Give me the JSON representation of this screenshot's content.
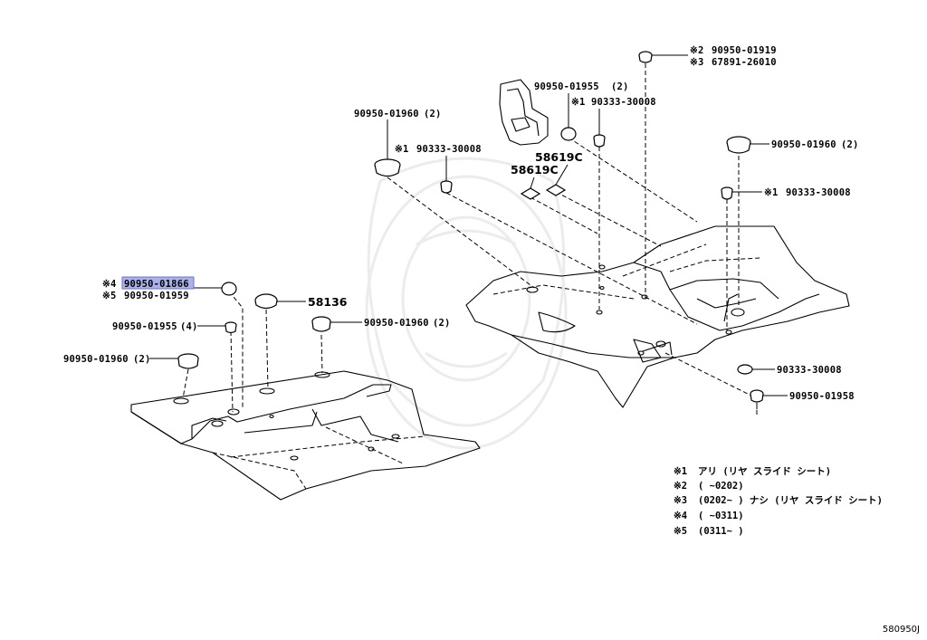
{
  "parts": {
    "p1": {
      "mark": "※2",
      "number": "90950-01919"
    },
    "p2": {
      "mark": "※3",
      "number": "67891-26010"
    },
    "p3": {
      "number": "90950-01955",
      "qty": "(2)"
    },
    "p4": {
      "mark": "※1",
      "number": "90333-30008"
    },
    "p5": {
      "number": "90950-01960",
      "qty": "(2)"
    },
    "p6": {
      "mark": "※1",
      "number": "90333-30008"
    },
    "p7": {
      "number": "58619C"
    },
    "p8": {
      "number": "58619C"
    },
    "p9": {
      "number": "90950-01960",
      "qty": "(2)"
    },
    "p10": {
      "mark": "※1",
      "number": "90333-30008"
    },
    "p11": {
      "mark": "※4",
      "number": "90950-01866"
    },
    "p12": {
      "mark": "※5",
      "number": "90950-01959"
    },
    "p13": {
      "number": "58136"
    },
    "p14": {
      "number": "90950-01955",
      "qty": "(4)"
    },
    "p15": {
      "number": "90950-01960",
      "qty": "(2)"
    },
    "p16": {
      "number": "90950-01960",
      "qty": "(2)"
    },
    "p17": {
      "number": "90333-30008"
    },
    "p18": {
      "number": "90950-01958"
    }
  },
  "notes": [
    {
      "mark": "※1",
      "text": "アリ (リヤ スライド シート)"
    },
    {
      "mark": "※2",
      "text": "(      ~0202)"
    },
    {
      "mark": "※3",
      "text": "(0202~      ) ナシ (リヤ スライド シート)"
    },
    {
      "mark": "※4",
      "text": "(      ~0311)"
    },
    {
      "mark": "※5",
      "text": "(0311~      )"
    }
  ],
  "diagram_code": "580950J",
  "colors": {
    "highlight": "#aab2e8",
    "line": "#000000"
  }
}
